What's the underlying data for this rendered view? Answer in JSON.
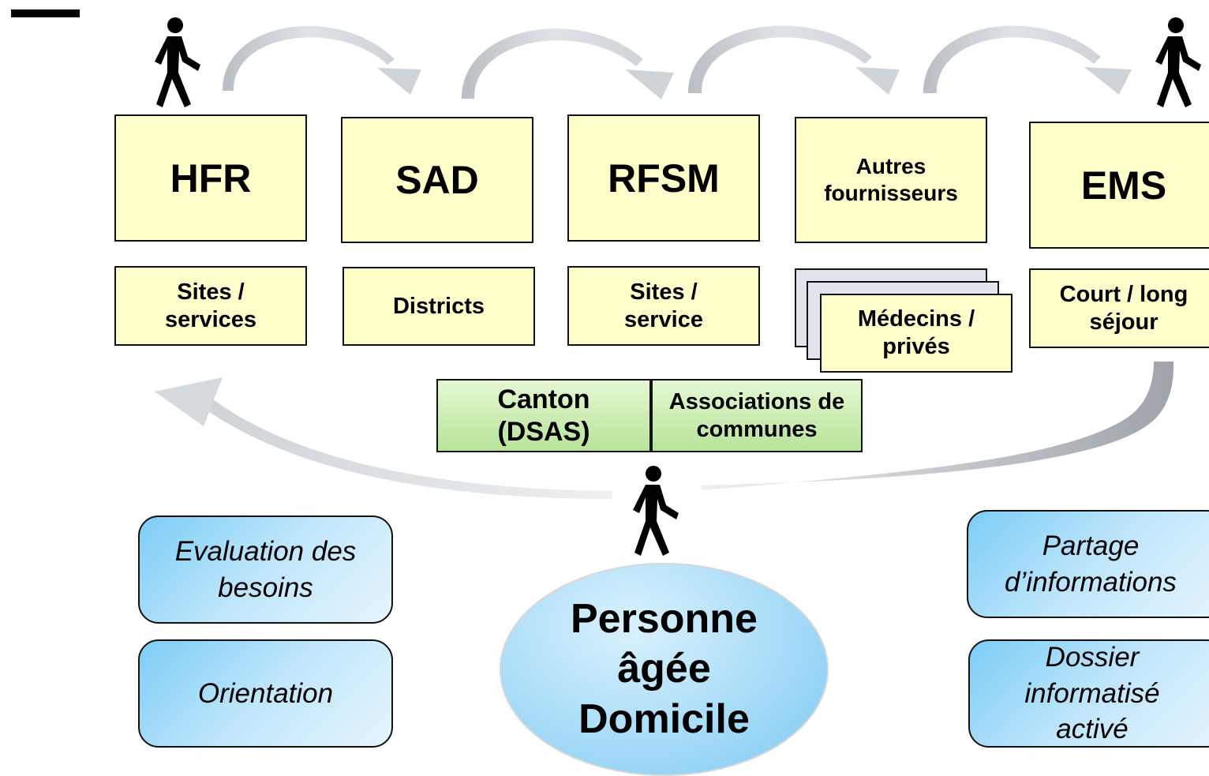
{
  "providers": [
    {
      "name": "HFR",
      "sub": "Sites / services"
    },
    {
      "name": "SAD",
      "sub": "Districts"
    },
    {
      "name": "RFSM",
      "sub": "Sites / service"
    },
    {
      "name": "Autres fournisseurs",
      "sub": "Médecins / privés"
    },
    {
      "name": "EMS",
      "sub": "Court / long séjour"
    }
  ],
  "authorities": {
    "canton": "Canton (DSAS)",
    "associations": "Associations de communes"
  },
  "center": {
    "label": "Personne âgée Domicile"
  },
  "left_features": [
    "Evaluation des besoins",
    "Orientation"
  ],
  "right_features": [
    "Partage d’informations",
    "Dossier informatisé activé"
  ],
  "icons": [
    "person-walking-icon"
  ],
  "colors": {
    "provider_fill": "#ffffcc",
    "authority_fill": "#c6ebab",
    "feature_fill": "#a8dcf8",
    "arrow": "#c3c9cf"
  }
}
